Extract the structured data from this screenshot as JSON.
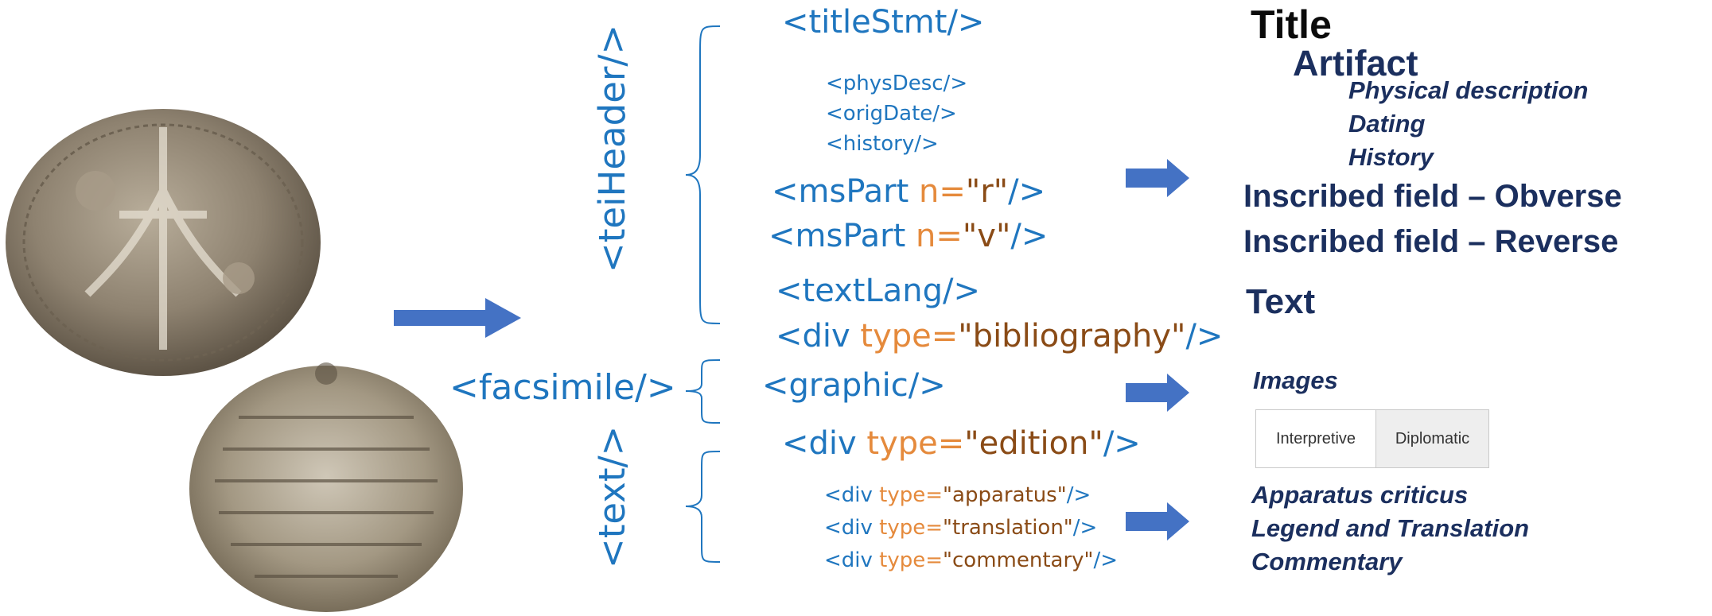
{
  "xml": {
    "titleStmt": "<titleStmt/>",
    "physDesc": "<physDesc/>",
    "origDate": "<origDate/>",
    "history": "<history/>",
    "msPart_r": {
      "tag": "<msPart ",
      "attr": "n=",
      "val": "\"r\"",
      "end": "/>"
    },
    "msPart_v": {
      "tag": "<msPart ",
      "attr": "n=",
      "val": "\"v\"",
      "end": "/>"
    },
    "textLang": "<textLang/>",
    "div_bibliography": {
      "tag": "<div ",
      "attr": "type=",
      "val": "\"bibliography\"",
      "end": "/>"
    },
    "facsimile": "<facsimile/>",
    "graphic": "<graphic/>",
    "div_edition": {
      "tag": "<div ",
      "attr": "type=",
      "val": "\"edition\"",
      "end": "/>"
    },
    "div_apparatus": {
      "tag": "<div ",
      "attr": "type=",
      "val": "\"apparatus\"",
      "end": "/>"
    },
    "div_translation": {
      "tag": "<div ",
      "attr": "type=",
      "val": "\"translation\"",
      "end": "/>"
    },
    "div_commentary": {
      "tag": "<div ",
      "attr": "type=",
      "val": "\"commentary\"",
      "end": "/>"
    },
    "teiHeader": "<teiHeader/>",
    "text": "<text/>"
  },
  "output": {
    "title": "Title",
    "artifact": "Artifact",
    "physical_description": "Physical description",
    "dating": "Dating",
    "history": "History",
    "obverse": "Inscribed field – Obverse",
    "reverse": "Inscribed field – Reverse",
    "text": "Text",
    "images": "Images",
    "tabs": [
      "Interpretive",
      "Diplomatic"
    ],
    "apparatus": "Apparatus criticus",
    "legend": "Legend and Translation",
    "commentary": "Commentary"
  },
  "colors": {
    "xml_tag": "#1f76bf",
    "xml_attr": "#e58a3c",
    "xml_value": "#8a4b16",
    "output_text": "#1b2f5e",
    "arrow": "#4472c4"
  },
  "images": [
    {
      "icon": "seal-obverse-photo"
    },
    {
      "icon": "seal-reverse-photo"
    }
  ]
}
